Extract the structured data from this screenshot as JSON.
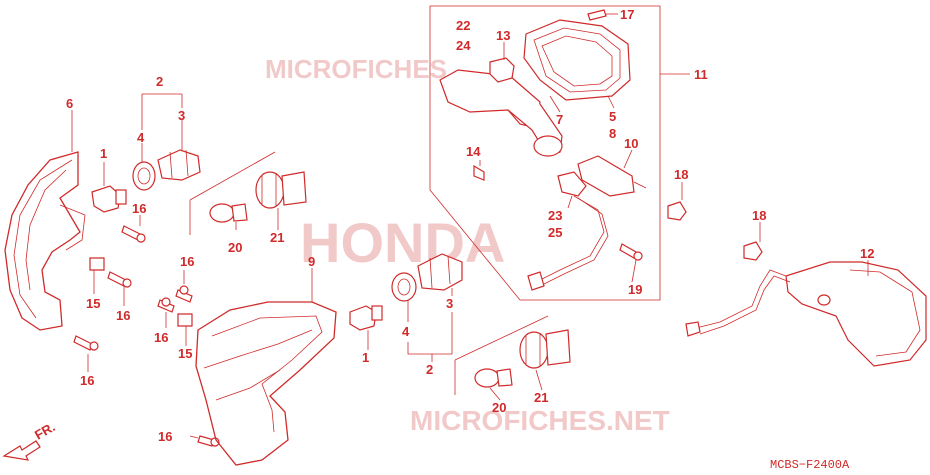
{
  "watermarks": {
    "top": "MICROFICHES",
    "center": "HONDA",
    "bottom": "MICROFICHES.NET"
  },
  "diagram_code": "MCBS−F2400A",
  "direction_label": "FR.",
  "callouts": {
    "c1a": "1",
    "c1b": "1",
    "c2a": "2",
    "c2b": "2",
    "c3a": "3",
    "c3b": "3",
    "c4a": "4",
    "c4b": "4",
    "c5": "5",
    "c6": "6",
    "c7": "7",
    "c8": "8",
    "c9": "9",
    "c10": "10",
    "c11": "11",
    "c12": "12",
    "c13": "13",
    "c14": "14",
    "c15a": "15",
    "c15b": "15",
    "c16a": "16",
    "c16b": "16",
    "c16c": "16",
    "c16d": "16",
    "c16e": "16",
    "c16f": "16",
    "c17": "17",
    "c18a": "18",
    "c18b": "18",
    "c19": "19",
    "c20a": "20",
    "c20b": "20",
    "c21a": "21",
    "c21b": "21",
    "c22": "22",
    "c23": "23",
    "c24": "24",
    "c25": "25"
  },
  "colors": {
    "line": "#d02a2a",
    "watermark": "#f2c9c9"
  }
}
